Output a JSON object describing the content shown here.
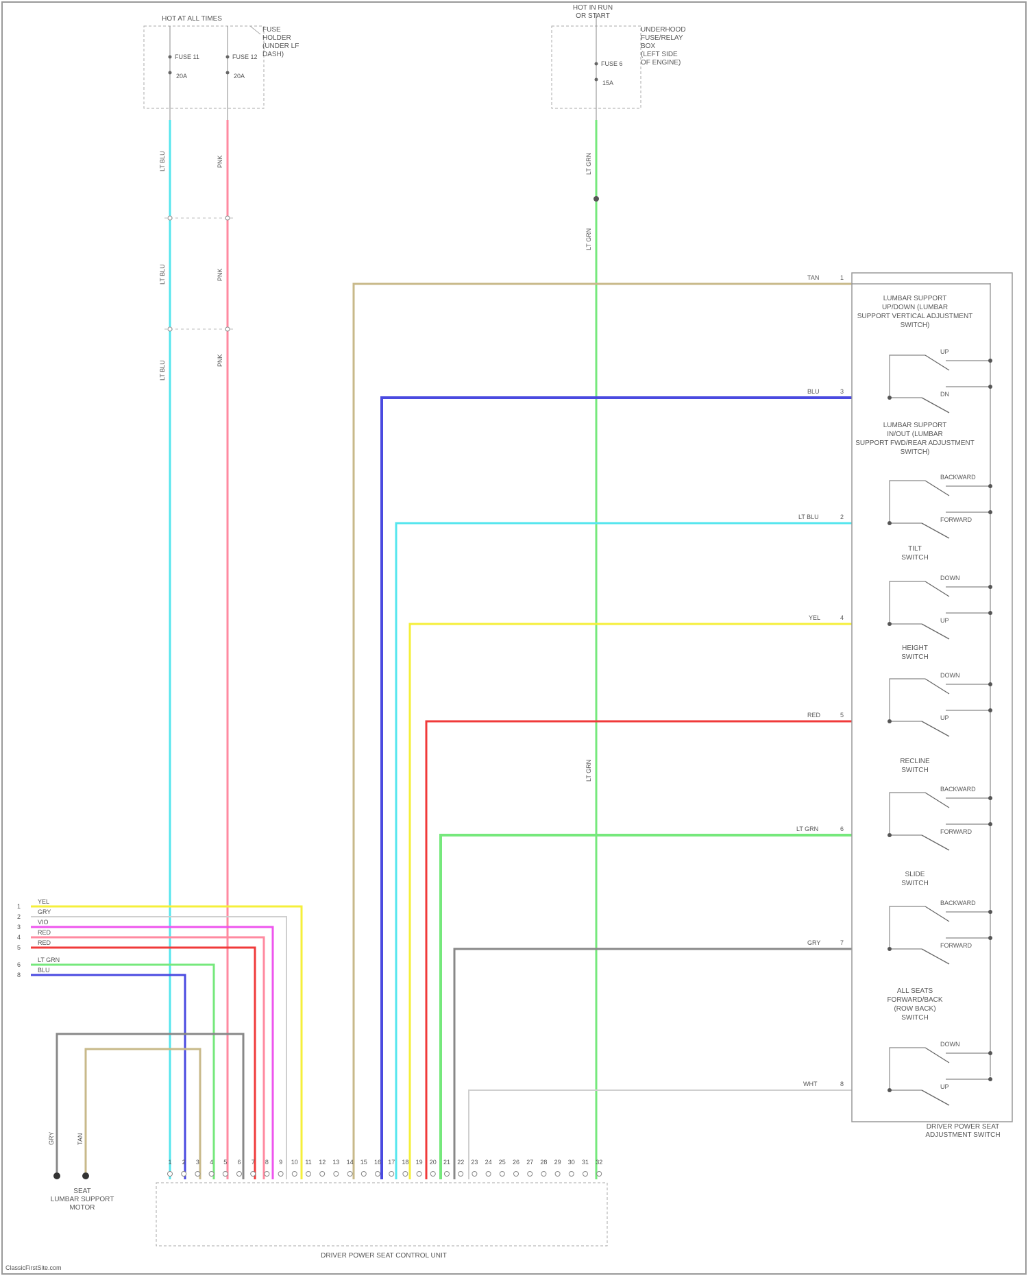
{
  "header_left": {
    "title": "HOT AT ALL TIMES",
    "desc_lines": [
      "FUSE",
      "HOLDER",
      "(UNDER LF",
      "DASH)"
    ],
    "fuse_a": "FUSE 11",
    "fuse_a_amp": "20A",
    "fuse_b": "FUSE 12",
    "fuse_b_amp": "20A"
  },
  "header_right": {
    "title_lines": [
      "HOT IN RUN",
      "OR START"
    ],
    "desc_lines": [
      "UNDERHOOD",
      "FUSE/RELAY",
      "BOX",
      "(LEFT SIDE",
      "OF ENGINE)"
    ],
    "fuse": "FUSE 6",
    "fuse_amp": "15A"
  },
  "wire_colors": {
    "LT BLU": "#55e6ee",
    "PNK": "#ff8aa0",
    "LT GRN": "#76e87c",
    "TAN": "#c8b98a",
    "BLU": "#4a4ae0",
    "YEL": "#f5ef3a",
    "RED": "#f03a3a",
    "GRY": "#888888",
    "VIO": "#ee55ee",
    "WHT": "#cfcfcf"
  },
  "left_wires": [
    {
      "label": "LT BLU"
    },
    {
      "label": "PNK"
    },
    {
      "label": "LT BLU"
    },
    {
      "label": "PNK"
    },
    {
      "label": "LT BLU"
    },
    {
      "label": "PNK"
    }
  ],
  "green_wires": [
    {
      "label": "LT GRN"
    },
    {
      "label": "LT GRN"
    },
    {
      "label": "LT GRN"
    }
  ],
  "switch_assembly": {
    "title_lines": [
      "DRIVER POWER SEAT",
      "ADJUSTMENT SWITCH"
    ],
    "sections": [
      {
        "title_lines": [
          "LUMBAR SUPPORT",
          "UP/DOWN (LUMBAR",
          "SUPPORT VERTICAL ADJUSTMENT",
          "SWITCH)"
        ],
        "pos_a": "UP",
        "pos_b": "DN"
      },
      {
        "title_lines": [
          "LUMBAR SUPPORT",
          "IN/OUT (LUMBAR",
          "SUPPORT FWD/REAR ADJUSTMENT",
          "SWITCH)"
        ],
        "pos_a": "BACKWARD",
        "pos_b": "FORWARD"
      },
      {
        "title_lines": [
          "TILT",
          "SWITCH"
        ],
        "pos_a": "DOWN",
        "pos_b": "UP"
      },
      {
        "title_lines": [
          "HEIGHT",
          "SWITCH"
        ],
        "pos_a": "DOWN",
        "pos_b": "UP"
      },
      {
        "title_lines": [
          "RECLINE",
          "SWITCH"
        ],
        "pos_a": "BACKWARD",
        "pos_b": "FORWARD"
      },
      {
        "title_lines": [
          "SLIDE",
          "SWITCH"
        ],
        "pos_a": "BACKWARD",
        "pos_b": "FORWARD"
      },
      {
        "title_lines": [
          "ALL SEATS",
          "FORWARD/BACK",
          "(ROW BACK)",
          "SWITCH"
        ],
        "pos_a": "DOWN",
        "pos_b": "UP"
      }
    ],
    "wire_labels": [
      "TAN",
      "BLU",
      "LT BLU",
      "YEL",
      "RED",
      "LT GRN",
      "GRY",
      "WHT"
    ],
    "pins": [
      "1",
      "3",
      "2",
      "4",
      "5",
      "6",
      "7",
      "8"
    ]
  },
  "left_connector_wires": [
    {
      "pin": "1",
      "label": "YEL"
    },
    {
      "pin": "2",
      "label": "GRY"
    },
    {
      "pin": "3",
      "label": "VIO"
    },
    {
      "pin": "4",
      "label": "RED"
    },
    {
      "pin": "5",
      "label": "RED"
    },
    {
      "pin": "6",
      "label": "LT GRN"
    },
    {
      "pin": "8",
      "label": "BLU"
    }
  ],
  "lumbar_switch": {
    "labels": [
      "GRY",
      "TAN"
    ],
    "name_lines": [
      "SEAT",
      "LUMBAR SUPPORT",
      "MOTOR"
    ]
  },
  "control_unit": {
    "name": "DRIVER POWER SEAT CONTROL UNIT",
    "pins": [
      "1",
      "2",
      "3",
      "4",
      "5",
      "6",
      "7",
      "8",
      "9",
      "10",
      "11",
      "12",
      "13",
      "14",
      "15",
      "16",
      "17",
      "18",
      "19",
      "20",
      "21",
      "22",
      "23",
      "24",
      "25",
      "26",
      "27",
      "28",
      "29",
      "30",
      "31",
      "32"
    ]
  },
  "watermark": "ClassicFirstSite.com"
}
